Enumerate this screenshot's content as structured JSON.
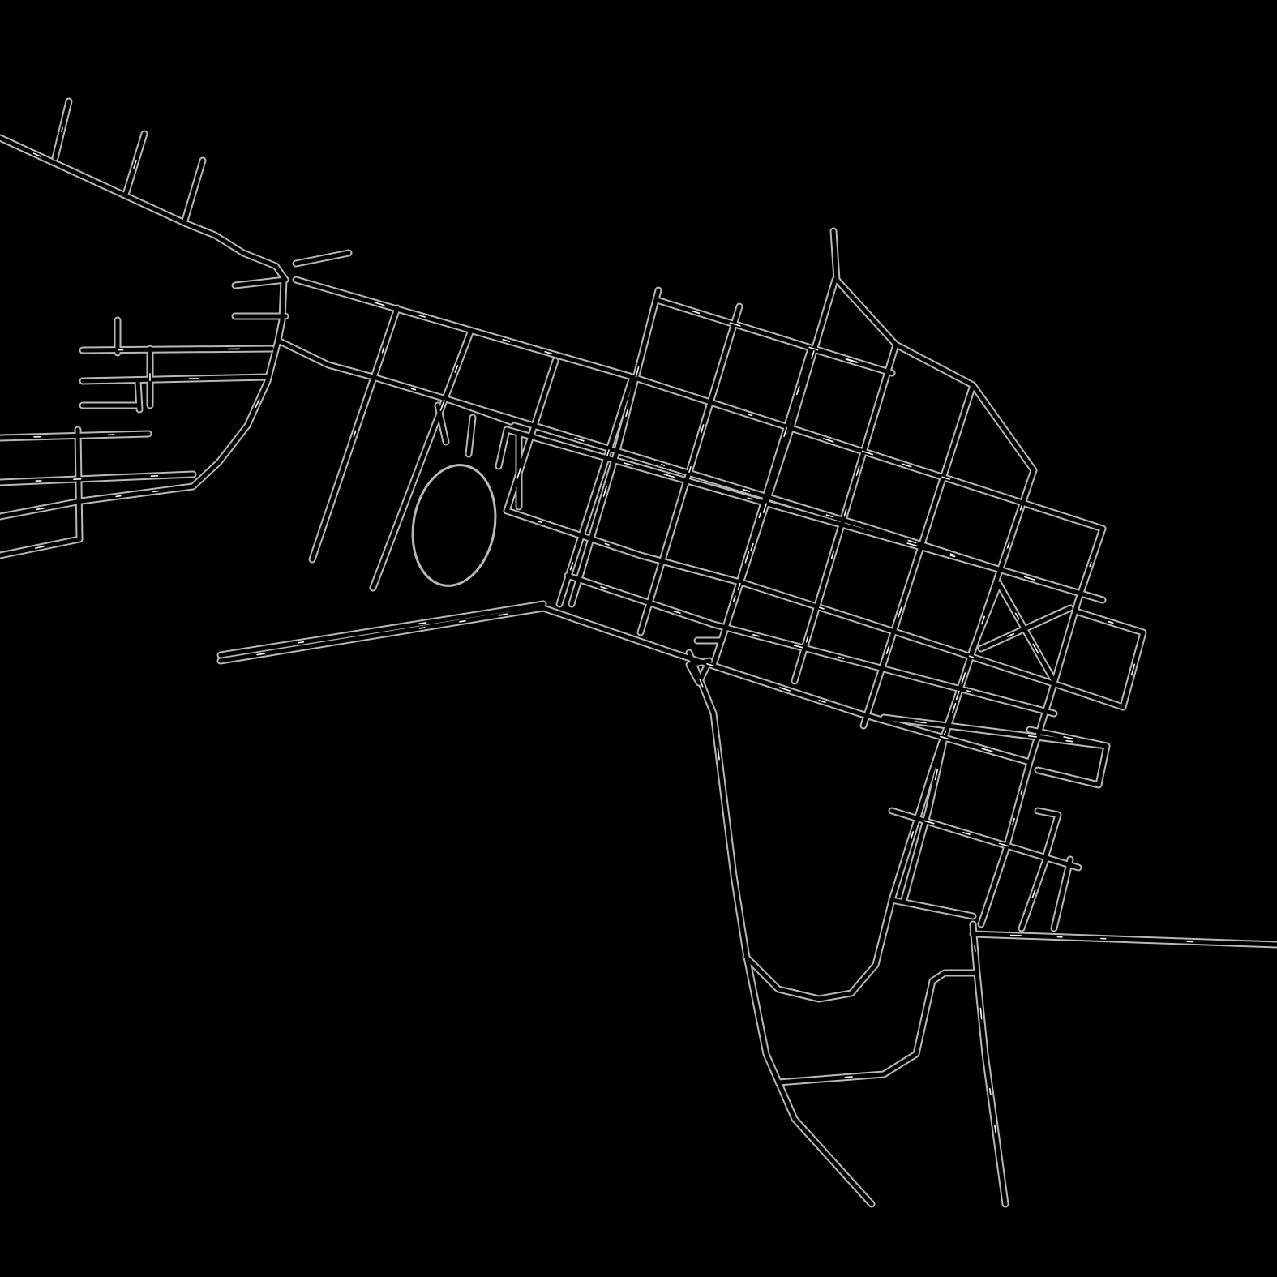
{
  "map": {
    "background_color": "#000000",
    "road_casing_color": "#b8b8b8",
    "road_fill_color": "#000000",
    "label_glyph_color": "#ffffff",
    "style": "dark street-line map, illegible street labels",
    "features": [
      "road-network",
      "race-track-oval",
      "central-diagonal-plaza",
      "small-triangle-junction"
    ]
  }
}
